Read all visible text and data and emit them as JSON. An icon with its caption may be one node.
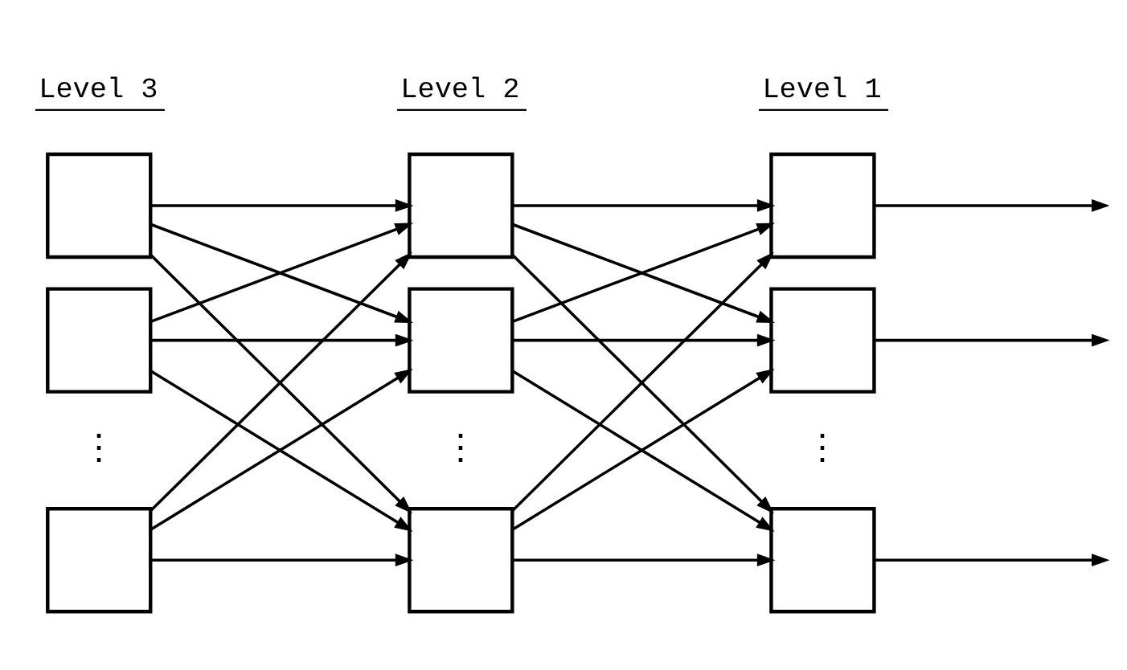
{
  "diagram": {
    "nodes": [
      {
        "text": [],
        "shape": "box"
      },
      {
        "text": [],
        "shape": "box"
      },
      {
        "text": [],
        "shape": "box"
      },
      {
        "text": [],
        "shape": "box"
      },
      {
        "text": [],
        "shape": "box"
      },
      {
        "text": [],
        "shape": "box"
      },
      {
        "text": [],
        "shape": "box"
      },
      {
        "text": [],
        "shape": "box"
      },
      {
        "text": [],
        "shape": "box"
      }
    ],
    "edges": [
      {
        "from": 0,
        "to": 3,
        "arrow": "to"
      },
      {
        "from": 0,
        "to": 4,
        "arrow": "to"
      },
      {
        "from": 0,
        "to": 5,
        "arrow": "to"
      },
      {
        "from": 1,
        "to": 3,
        "arrow": "to"
      },
      {
        "from": 1,
        "to": 4,
        "arrow": "to"
      },
      {
        "from": 1,
        "to": 5,
        "arrow": "to"
      },
      {
        "from": 2,
        "to": 3,
        "arrow": "to"
      },
      {
        "from": 2,
        "to": 4,
        "arrow": "to"
      },
      {
        "from": 2,
        "to": 5,
        "arrow": "to"
      },
      {
        "from": 3,
        "to": 6,
        "arrow": "to"
      },
      {
        "from": 3,
        "to": 7,
        "arrow": "to"
      },
      {
        "from": 3,
        "to": 8,
        "arrow": "to"
      },
      {
        "from": 4,
        "to": 6,
        "arrow": "to"
      },
      {
        "from": 4,
        "to": 7,
        "arrow": "to"
      },
      {
        "from": 4,
        "to": 8,
        "arrow": "to"
      },
      {
        "from": 5,
        "to": 6,
        "arrow": "to"
      },
      {
        "from": 5,
        "to": 7,
        "arrow": "to"
      },
      {
        "from": 5,
        "to": 8,
        "arrow": "to"
      },
      {
        "from": 6,
        "to": null,
        "arrow": "to"
      },
      {
        "from": 7,
        "to": null,
        "arrow": "to"
      },
      {
        "from": 8,
        "to": null,
        "arrow": "to"
      }
    ],
    "labels": [
      "Level 3",
      "Level 2",
      "Level 1",
      "⋮",
      "⋮",
      "⋮"
    ]
  }
}
